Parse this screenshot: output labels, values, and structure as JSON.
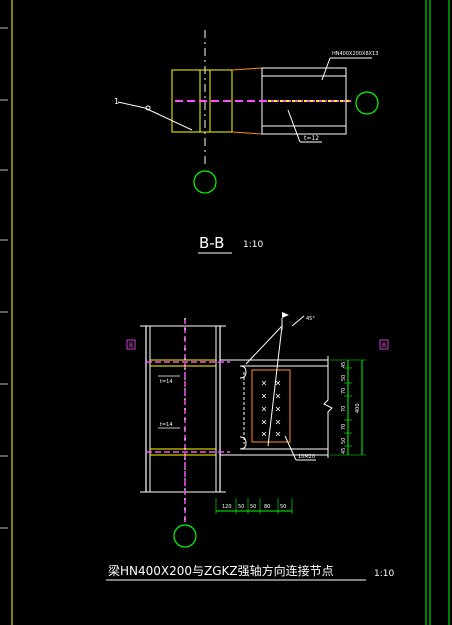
{
  "section_bb": {
    "title": "B-B",
    "scale": "1:10",
    "callout_top": "HN400X200X8X13",
    "left_tag": "1",
    "plate_note": "t=12"
  },
  "elevation": {
    "title": "梁HN400X200与ZGKZ强轴方向连接节点",
    "scale": "1:10",
    "left_mark": "B",
    "right_mark": "B",
    "plate_note_upper": "t=14",
    "plate_note_lower": "t=14",
    "bolt_note": "10M20",
    "weld_note": "45°",
    "dims_vertical": [
      "45",
      "50",
      "70",
      "70",
      "70",
      "50",
      "45"
    ],
    "dim_total": "400",
    "dims_horizontal": [
      "120",
      "50",
      "50",
      "80",
      "50"
    ]
  },
  "colors": {
    "background": "#000000",
    "drawing_line": "#ffffff",
    "steel_outline": "#ffff00",
    "axis_circle": "#00ff00",
    "plate": "#ff8c1a",
    "centerline": "#ff4dff",
    "weld_marker": "#ffffff"
  }
}
